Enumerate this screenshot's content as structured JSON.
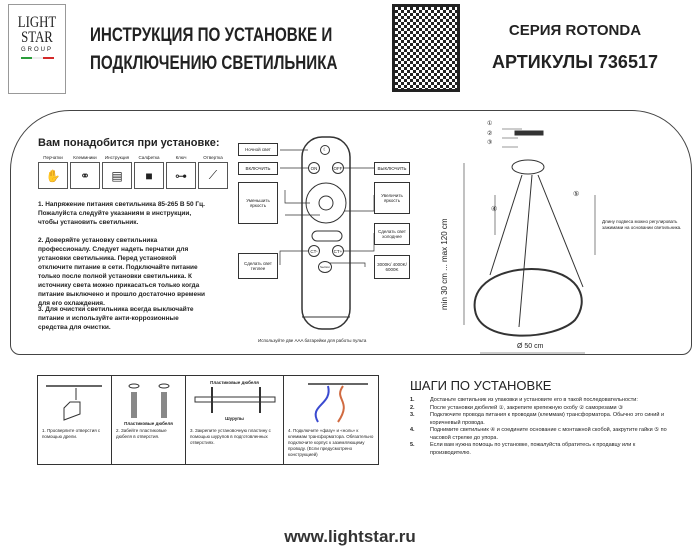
{
  "header": {
    "logo_text": [
      "LIGHT",
      "STAR",
      "GROUP"
    ],
    "title_lines": [
      "ИНСТРУКЦИЯ ПО УСТАНОВКЕ И",
      "ПОДКЛЮЧЕНИЮ СВЕТИЛЬНИКА"
    ],
    "series": "СЕРИЯ ROTONDA",
    "article": "АРТИКУЛЫ 736517"
  },
  "requirements": {
    "heading": "Вам понадобится при установке:",
    "tools": [
      "Перчатки",
      "Клеммники",
      "Инструкция",
      "Салфетка",
      "Ключ",
      "Отвертка"
    ],
    "paragraphs": [
      "1. Напряжение питания светильника 85-265 В 50 Гц. Пожалуйста следуйте указаниям в инструкции, чтобы установить светильник.",
      "2. Доверяйте установку светильника профессионалу. Следует надеть перчатки для установки светильника. Перед установкой отключите питание в сети. Подключайте питание только после полной установки светильника. К источнику света можно прикасаться только когда питание выключено и прошло достаточно времени для его охлаждения.",
      "3. Для очистки светильника всегда выключайте питание и используйте анти-коррозионные средства для очистки."
    ]
  },
  "remote": {
    "labels": {
      "night": "Ночной свет",
      "on": "ВКЛЮЧИТЬ",
      "off": "ВЫКЛЮЧИТЬ",
      "dim": "Уменьшить яркость",
      "bright": "Увеличить яркость",
      "cold": "Сделать свет холоднее",
      "warm": "Сделать свет теплее",
      "temps": "3000K/ 4000K/ 6000K"
    },
    "buttons": {
      "on": "ON",
      "off": "OFF",
      "ctm": "CT-",
      "ctp": "CT+",
      "sec": "Section"
    },
    "note": "Используйте две AAA батарейки для работы пульта"
  },
  "lamp": {
    "height": "min 30 cm ... max 120 cm",
    "diameter": "Ø 50 cm",
    "suspension_note": "Длину подвеса можно регулировать зажимами на основании светильника.",
    "callouts": [
      "①",
      "②",
      "③",
      "④",
      "⑤"
    ]
  },
  "install_steps": [
    {
      "text": "1. Просверлите отверстия с помощью дрели."
    },
    {
      "text": "2. Забейте пластиковые дюбеля в отверстия.",
      "label": "Пластиковые дюбеля"
    },
    {
      "text": "3. Закрепите установочную пластину с помощью шурупов в подготовленных отверстиях.",
      "label_top": "Пластиковые дюбеля",
      "label_bottom": "Шурупы"
    },
    {
      "text": "4. Подключите «фазу» и «ноль» к клеммам трансформатора. Обязательно подключите корпус к заземляющему проводу. (Если предусмотрено конструкцией)"
    }
  ],
  "steps_section": {
    "heading": "ШАГИ ПО УСТАНОВКЕ",
    "items": [
      {
        "n": "1.",
        "text": "Достаньте светильник из упаковки и установите его в такой последовательности:"
      },
      {
        "n": "2.",
        "text": "После установки дюбелей ①, закрепите крепежную скобу ② саморезами ③"
      },
      {
        "n": "3.",
        "text": "Подключите провода питания к проводам (клеммам) трансформатора. Обычно это синий и коричневый провода."
      },
      {
        "n": "4.",
        "text": "Поднимите светильник ④ и соедините основание с монтажной скобой, закрутите гайки ⑤ по часовой стрелке до упора."
      },
      {
        "n": "5.",
        "text": "Если вам нужна помощь по установке, пожалуйста обратитесь к продавцу или к производителю."
      }
    ]
  },
  "footer": {
    "url": "www.lightstar.ru"
  },
  "colors": {
    "flag": [
      "#2a9d3a",
      "#ffffff",
      "#d42a2a"
    ],
    "wire_blue": "#3a4ad0",
    "wire_brown": "#d06a40"
  }
}
